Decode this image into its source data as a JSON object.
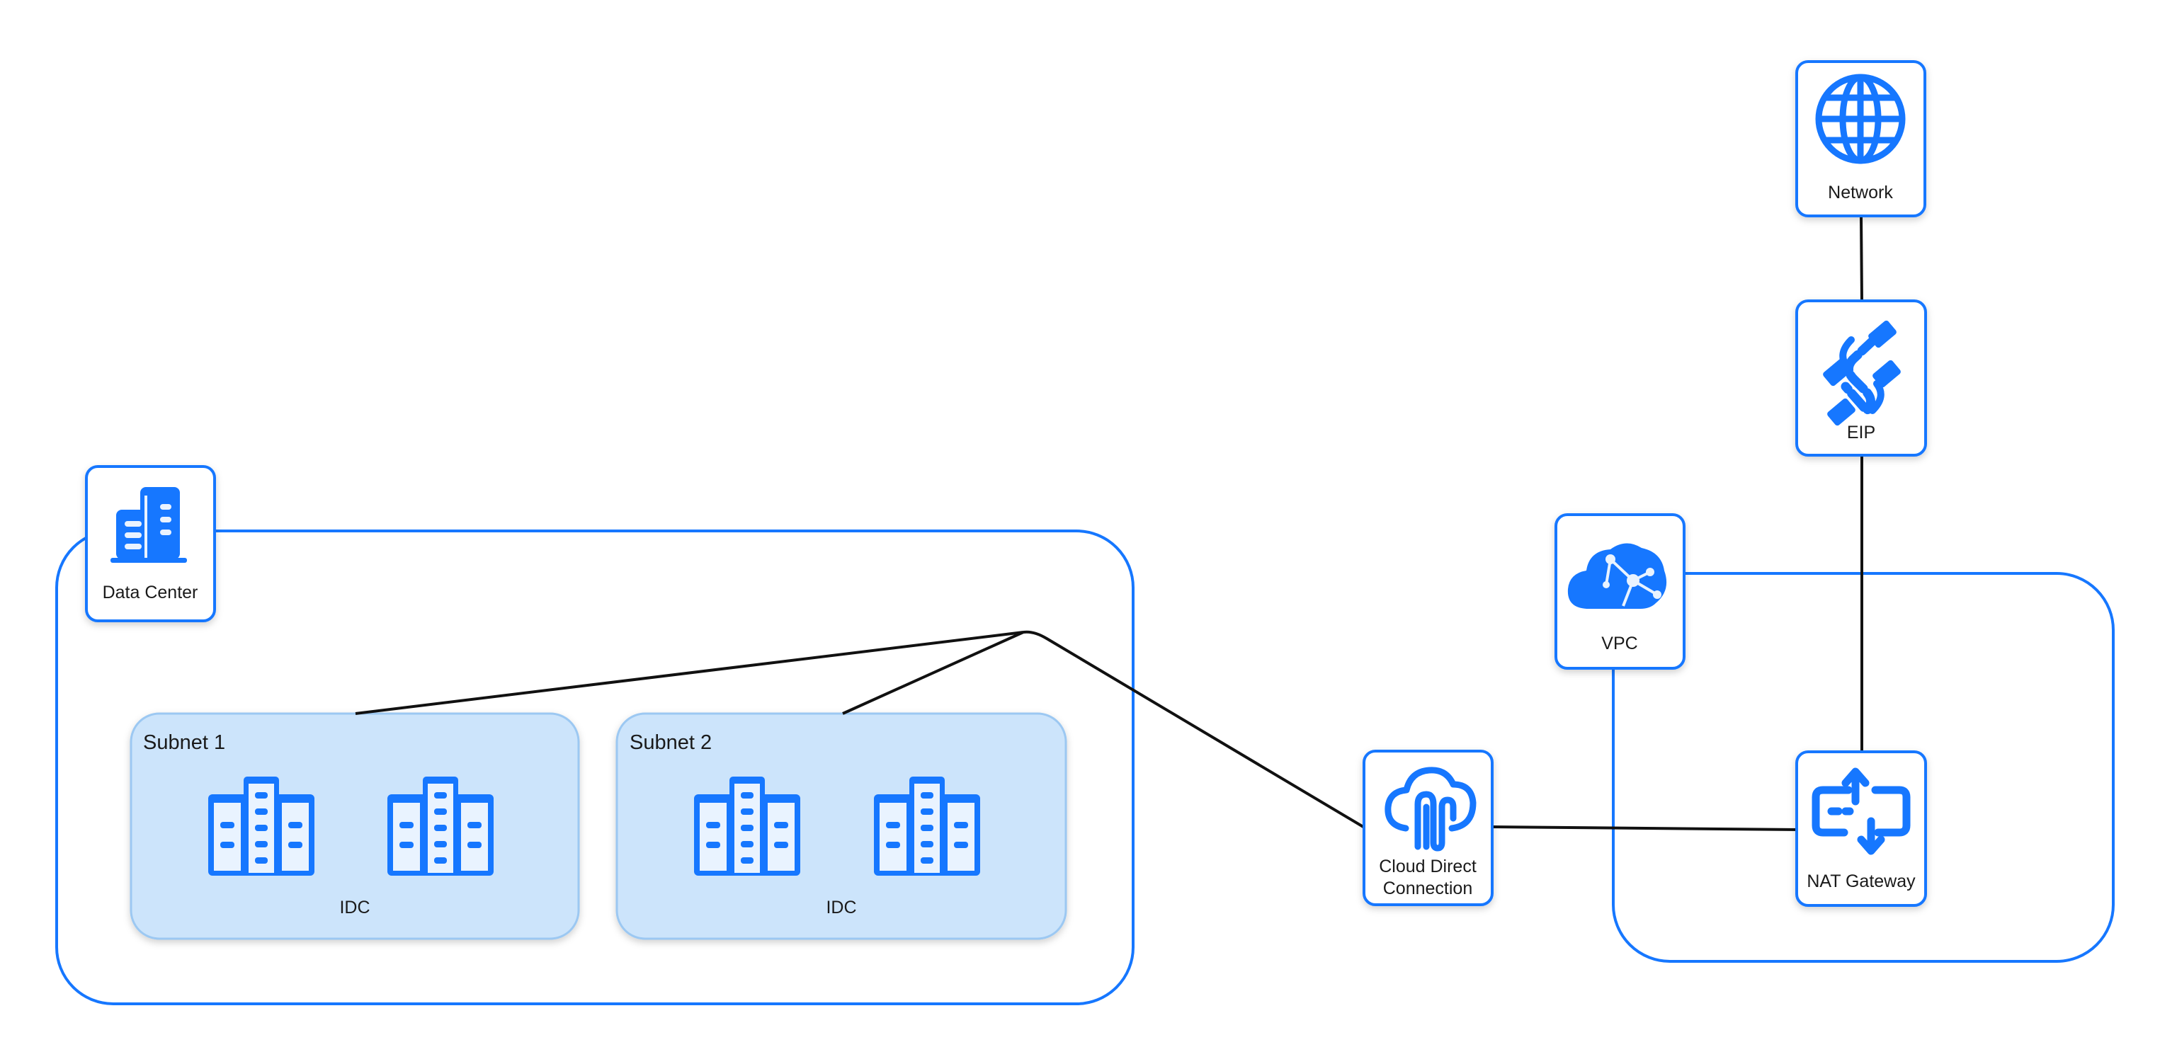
{
  "colors": {
    "accent": "#1677ff",
    "subnet_fill": "#cce4fb",
    "subnet_stroke": "#9cc8f2",
    "line": "#111111",
    "node_fill": "#ffffff"
  },
  "nodes": {
    "network": {
      "label": "Network",
      "icon": "globe-icon"
    },
    "eip": {
      "label": "EIP",
      "icon": "eip-link-icon"
    },
    "vpc": {
      "label": "VPC",
      "icon": "cloud-network-icon"
    },
    "nat_gateway": {
      "label": "NAT Gateway",
      "icon": "nat-gateway-icon"
    },
    "cloud_direct_connection": {
      "label_line1": "Cloud Direct",
      "label_line2": "Connection",
      "icon": "cloud-direct-connection-icon"
    },
    "data_center": {
      "label": "Data Center",
      "icon": "buildings-icon"
    }
  },
  "subnets": [
    {
      "title": "Subnet 1",
      "label": "IDC"
    },
    {
      "title": "Subnet 2",
      "label": "IDC"
    }
  ]
}
